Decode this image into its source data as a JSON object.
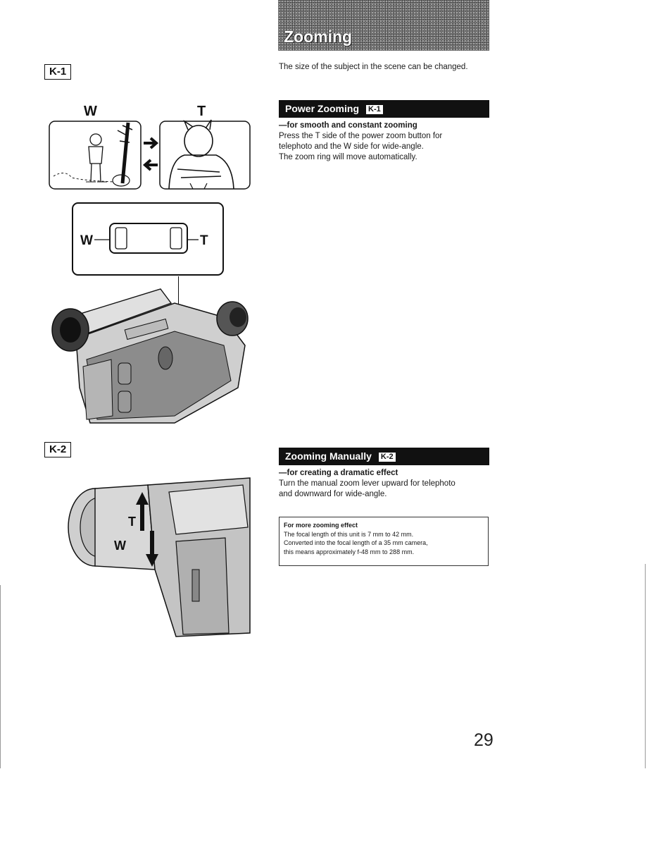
{
  "title": "Zooming",
  "intro": "The size of the subject in the scene can be changed.",
  "figures": {
    "k1_label": "K-1",
    "k2_label": "K-2",
    "wide_label": "W",
    "tele_label": "T"
  },
  "power_zoom": {
    "heading": "Power Zooming",
    "badge": "K-1",
    "subtitle": "—for smooth and constant zooming",
    "body": [
      "Press the T side of the power zoom button for",
      "telephoto and the W side for wide-angle.",
      "The zoom ring will move automatically."
    ]
  },
  "manual_zoom": {
    "heading": "Zooming Manually",
    "badge": "K-2",
    "subtitle": "—for creating a dramatic effect",
    "body": [
      "Turn the manual zoom lever upward for telephoto",
      "and downward for wide-angle."
    ]
  },
  "note": {
    "title": "For more zooming effect",
    "lines": [
      "The focal length of this unit is 7 mm to 42 mm.",
      "Converted into the focal length of a 35 mm camera,",
      "this means approximately f-48 mm to 288 mm."
    ]
  },
  "page_number": "29"
}
